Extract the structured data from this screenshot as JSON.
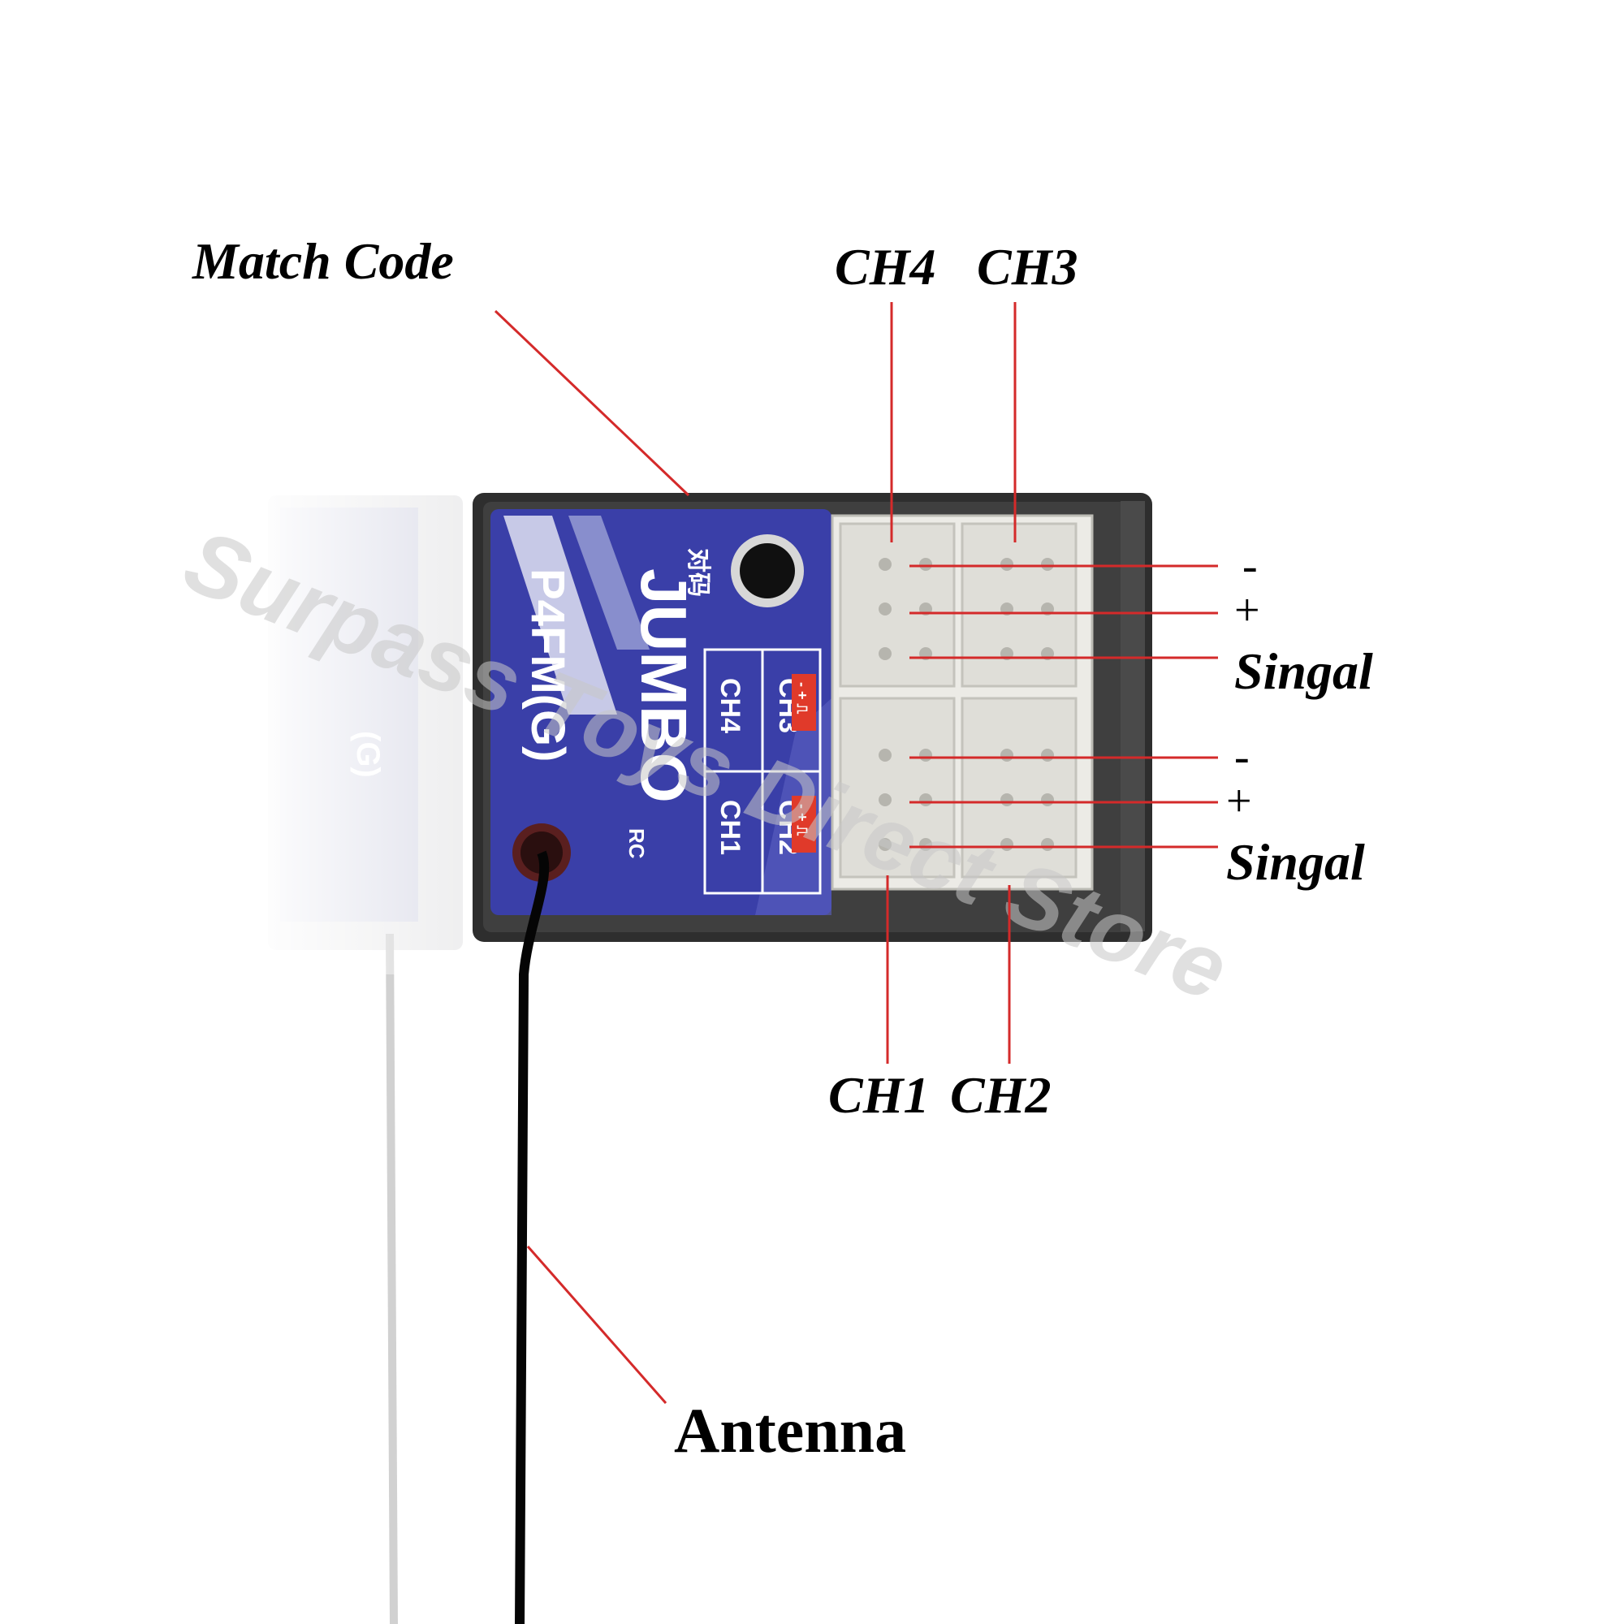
{
  "colors": {
    "leader_line": "#d42a2a",
    "sticker_blue": "#3a3fa8",
    "case_dark": "#3a3a3a",
    "header_white": "#ecebe6"
  },
  "labels": {
    "match_code": "Match Code",
    "ch4_top": "CH4",
    "ch3_top": "CH3",
    "ch1_bottom": "CH1",
    "ch2_bottom": "CH2",
    "antenna": "Antenna",
    "upper_minus": "-",
    "upper_plus": "+",
    "upper_signal": "Singal",
    "lower_minus": "-",
    "lower_plus": "+",
    "lower_signal": "Singal"
  },
  "sticker": {
    "brand": "JUMBO",
    "brand_suffix": "RC",
    "model": "P4FM(G)",
    "match_chinese": "对码",
    "channel_table": [
      "CH3",
      "CH2",
      "CH4",
      "CH1"
    ],
    "polarity_mark": "- + ⎍"
  },
  "watermark": "Surpass Toys Direct Store",
  "icons": {
    "match_button": "push-button-icon",
    "antenna_wire": "antenna-wire-icon"
  }
}
